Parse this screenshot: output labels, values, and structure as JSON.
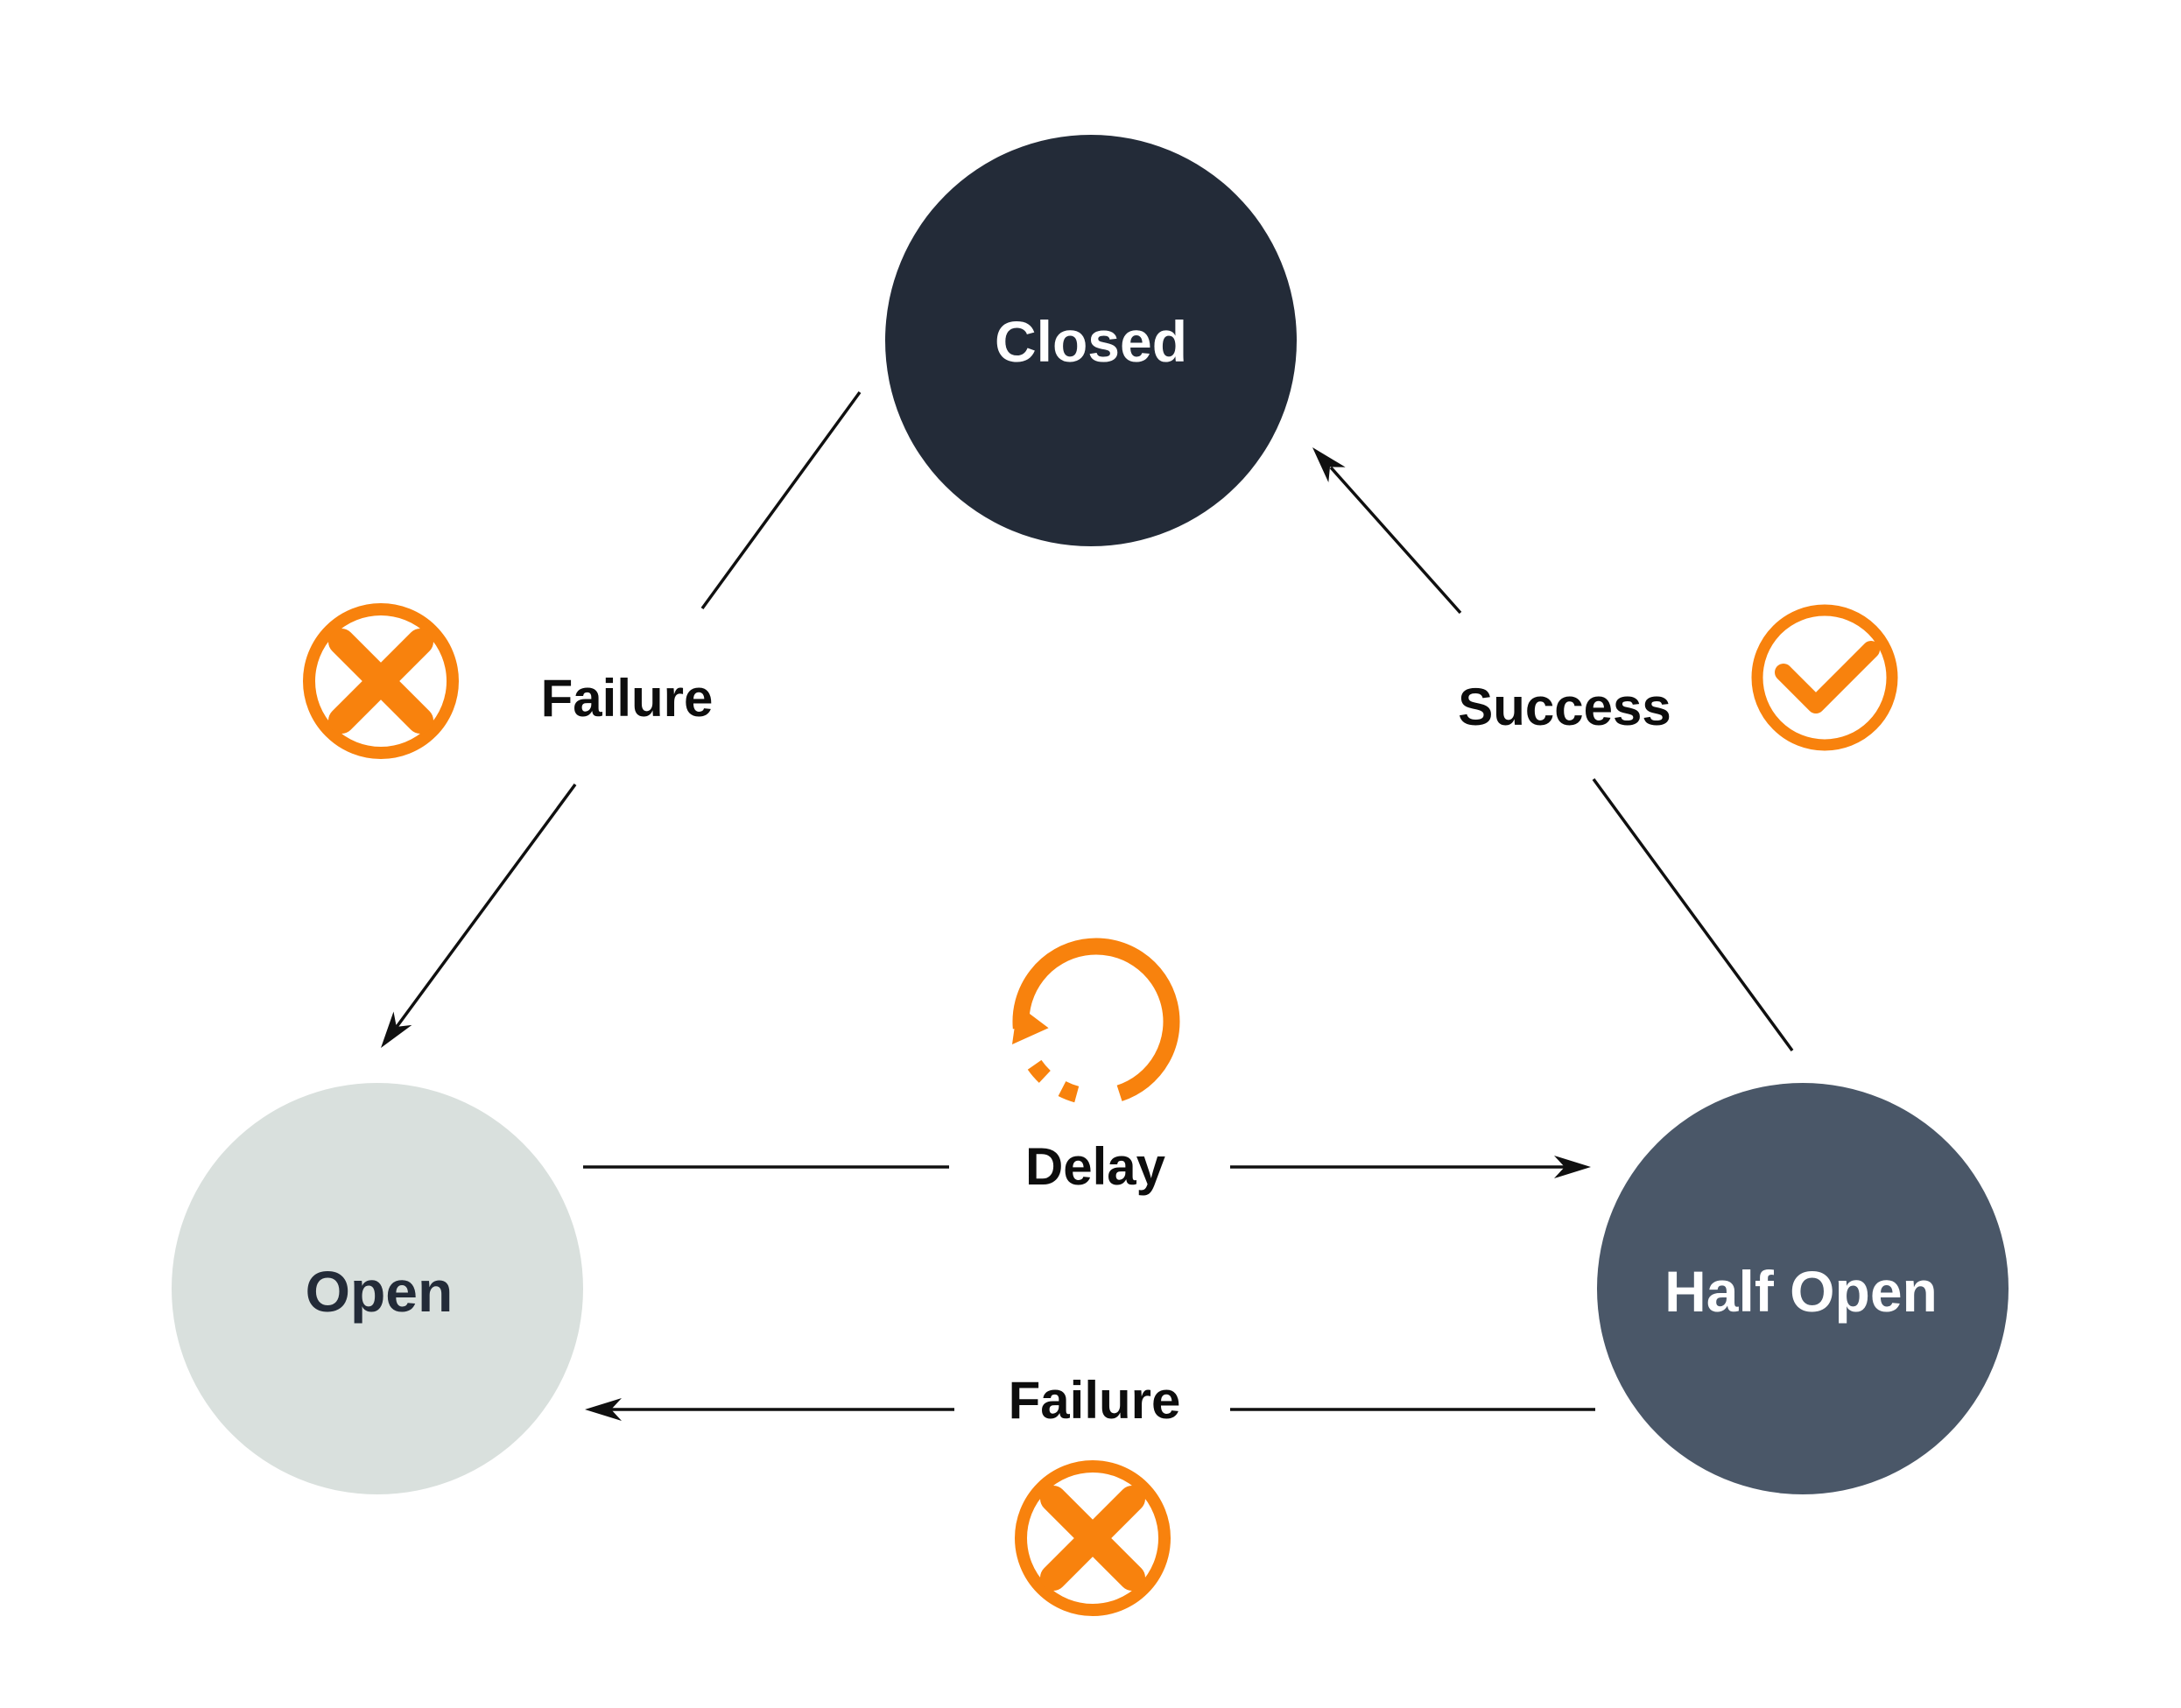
{
  "colors": {
    "background": "#ffffff",
    "closed_fill": "#232B38",
    "open_fill": "#D9E0DD",
    "half_open_fill": "#4A5768",
    "node_text_light": "#FFFFFF",
    "node_text_dark": "#232B38",
    "accent_orange": "#F8820D",
    "arrow_black": "#101010",
    "label_text": "#0d0d0d"
  },
  "nodes": {
    "closed": {
      "label": "Closed"
    },
    "open": {
      "label": "Open"
    },
    "half_open": {
      "label": "Half Open"
    }
  },
  "transitions": {
    "closed_to_open": {
      "label": "Failure",
      "icon": "x-circle-icon"
    },
    "half_open_to_closed": {
      "label": "Success",
      "icon": "check-circle-icon"
    },
    "open_to_half_open": {
      "label": "Delay",
      "icon": "retry-loop-icon"
    },
    "half_open_to_open": {
      "label": "Failure",
      "icon": "x-circle-icon"
    }
  }
}
